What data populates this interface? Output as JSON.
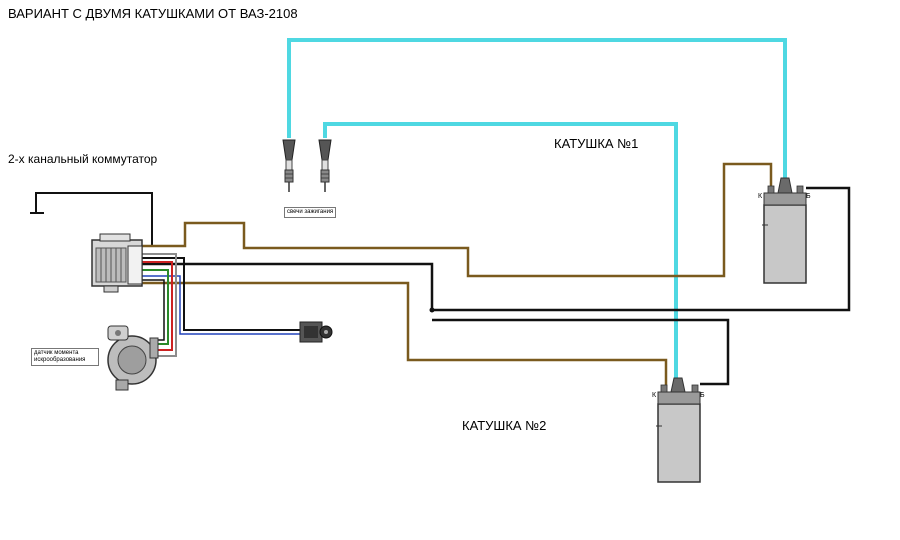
{
  "title": "ВАРИАНТ С ДВУМЯ КАТУШКАМИ ОТ ВАЗ-2108",
  "commutator_label": "2-х канальный коммутатор",
  "coil1_label": "КАТУШКА  №1",
  "coil2_label": "КАТУШКА №2",
  "spark_plugs_label": "свечи зажигания",
  "sensor_label": "датчик момента искрообразования",
  "coil1_terminals": {
    "left": "К",
    "right": "Б"
  },
  "coil2_terminals": {
    "left": "К",
    "right": "Б"
  },
  "colors": {
    "high_voltage": "#4fd8e2",
    "brown": "#7a5a1e",
    "black": "#111111",
    "gray": "#8c8c8c",
    "red": "#cc2222",
    "green": "#2a8a2a",
    "blue": "#2244bb"
  }
}
